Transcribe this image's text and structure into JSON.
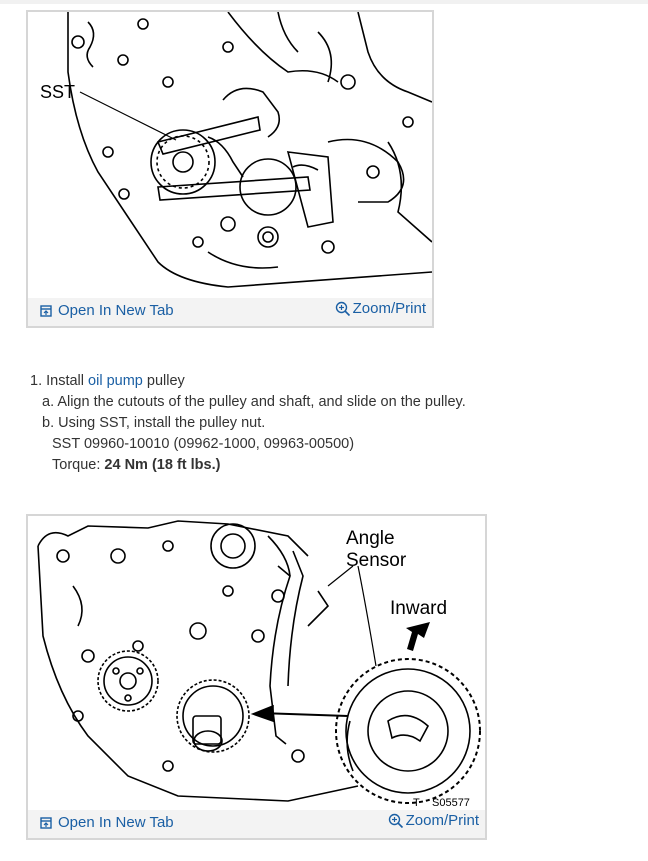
{
  "figure1": {
    "callout": "SST",
    "open_tab_label": "Open In New Tab",
    "zoom_label": "Zoom/Print"
  },
  "instructions": {
    "step1_number": "1.",
    "step1_prefix": "Install ",
    "step1_link": "oil pump",
    "step1_suffix": " pulley",
    "step_a": "a. Align the cutouts of the pulley and shaft, and slide on the pulley.",
    "step_b": "b. Using SST, install the pulley nut.",
    "sst_line": "SST 09960-10010 (09962-1000, 09963-00500)",
    "torque_label": "Torque: ",
    "torque_value": "24 Nm (18 ft lbs.)"
  },
  "figure2": {
    "label_angle": "Angle",
    "label_sensor": "Sensor",
    "label_inward": "Inward",
    "fig_code_t": "T",
    "fig_code": "S05577",
    "open_tab_label": "Open In New Tab",
    "zoom_label": "Zoom/Print"
  },
  "colors": {
    "link": "#1a5fa4",
    "toolbar_bg": "#f3f3f3",
    "card_border": "#d6d6d6"
  }
}
